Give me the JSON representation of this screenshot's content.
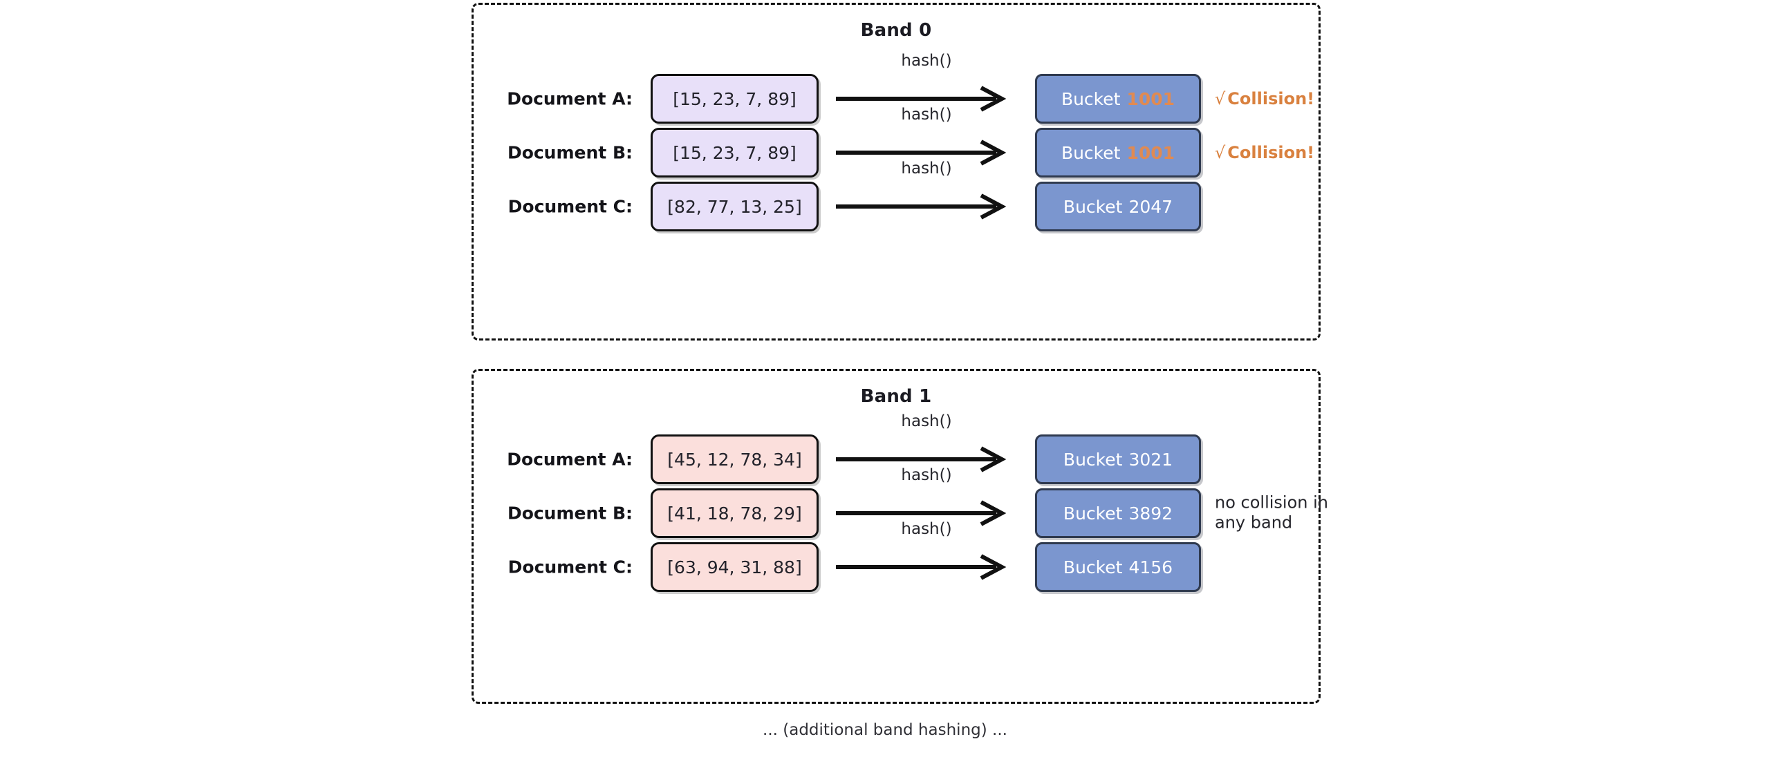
{
  "diagram": {
    "footer_caption": "... (additional band hashing) ...",
    "colors": {
      "signature_purple": "#e8e0f9",
      "signature_pink": "#fbdfdc",
      "bucket_blue": "#7b96cf",
      "bucket_border": "#2f3a4f",
      "collision_orange": "#d9813f",
      "bucket_id_highlight": "#e08a52",
      "band_border": "#111111",
      "text": "#141419"
    },
    "arrow_icon_name": "hash-arrow-icon",
    "check_glyph": "√"
  },
  "bands": [
    {
      "title": "Band 0",
      "signature_style": "purple",
      "rows": [
        {
          "doc_label": "Document A:",
          "signature": "[15, 23, 7, 89]",
          "hash_label": "hash()",
          "bucket_word": "Bucket",
          "bucket_id": "1001",
          "bucket_highlight": true,
          "note": "Collision!",
          "note_type": "collision"
        },
        {
          "doc_label": "Document B:",
          "signature": "[15, 23, 7, 89]",
          "hash_label": "hash()",
          "bucket_word": "Bucket",
          "bucket_id": "1001",
          "bucket_highlight": true,
          "note": "Collision!",
          "note_type": "collision"
        },
        {
          "doc_label": "Document C:",
          "signature": "[82, 77, 13, 25]",
          "hash_label": "hash()",
          "bucket_word": "Bucket",
          "bucket_id": "2047",
          "bucket_highlight": false,
          "note": "",
          "note_type": "none"
        }
      ]
    },
    {
      "title": "Band 1",
      "signature_style": "pink",
      "rows": [
        {
          "doc_label": "Document A:",
          "signature": "[45, 12, 78, 34]",
          "hash_label": "hash()",
          "bucket_word": "Bucket",
          "bucket_id": "3021",
          "bucket_highlight": false,
          "note": "",
          "note_type": "none"
        },
        {
          "doc_label": "Document B:",
          "signature": "[41, 18, 78, 29]",
          "hash_label": "hash()",
          "bucket_word": "Bucket",
          "bucket_id": "3892",
          "bucket_highlight": false,
          "note": "no collision in any band",
          "note_type": "plain"
        },
        {
          "doc_label": "Document C:",
          "signature": "[63, 94, 31, 88]",
          "hash_label": "hash()",
          "bucket_word": "Bucket",
          "bucket_id": "4156",
          "bucket_highlight": false,
          "note": "",
          "note_type": "none"
        }
      ]
    }
  ]
}
